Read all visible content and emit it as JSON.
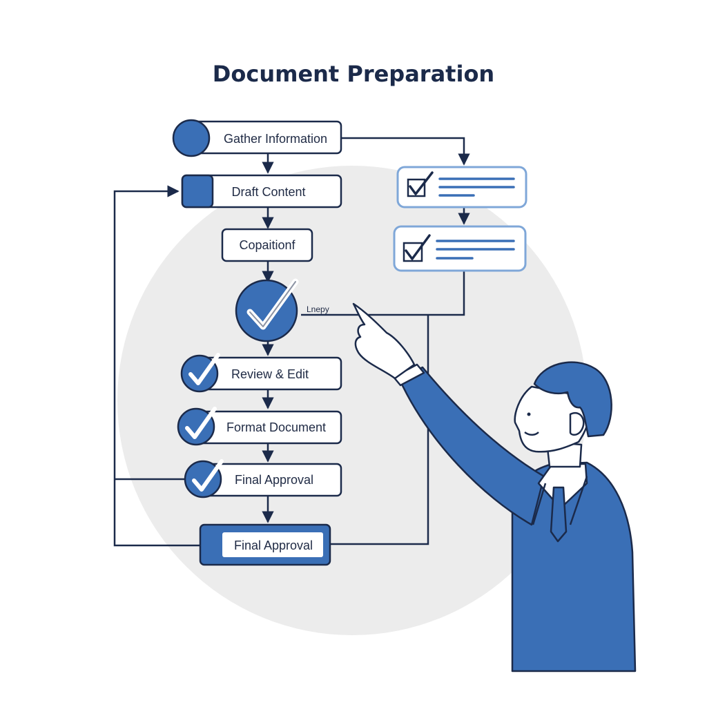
{
  "title": "Document Preparation",
  "steps": {
    "gather": "Gather Information",
    "draft": "Draft Content",
    "compile": "Copaitionf",
    "check_label": "Lnepy",
    "review": "Review & Edit",
    "format": "Format Document",
    "final_approval": "Final Approval",
    "final_box": "Final Approval"
  },
  "colors": {
    "primary_blue": "#3a6fb6",
    "dark_line": "#1b2a4a",
    "light_blue_border": "#7fa7d8",
    "background_circle": "#ececec"
  }
}
